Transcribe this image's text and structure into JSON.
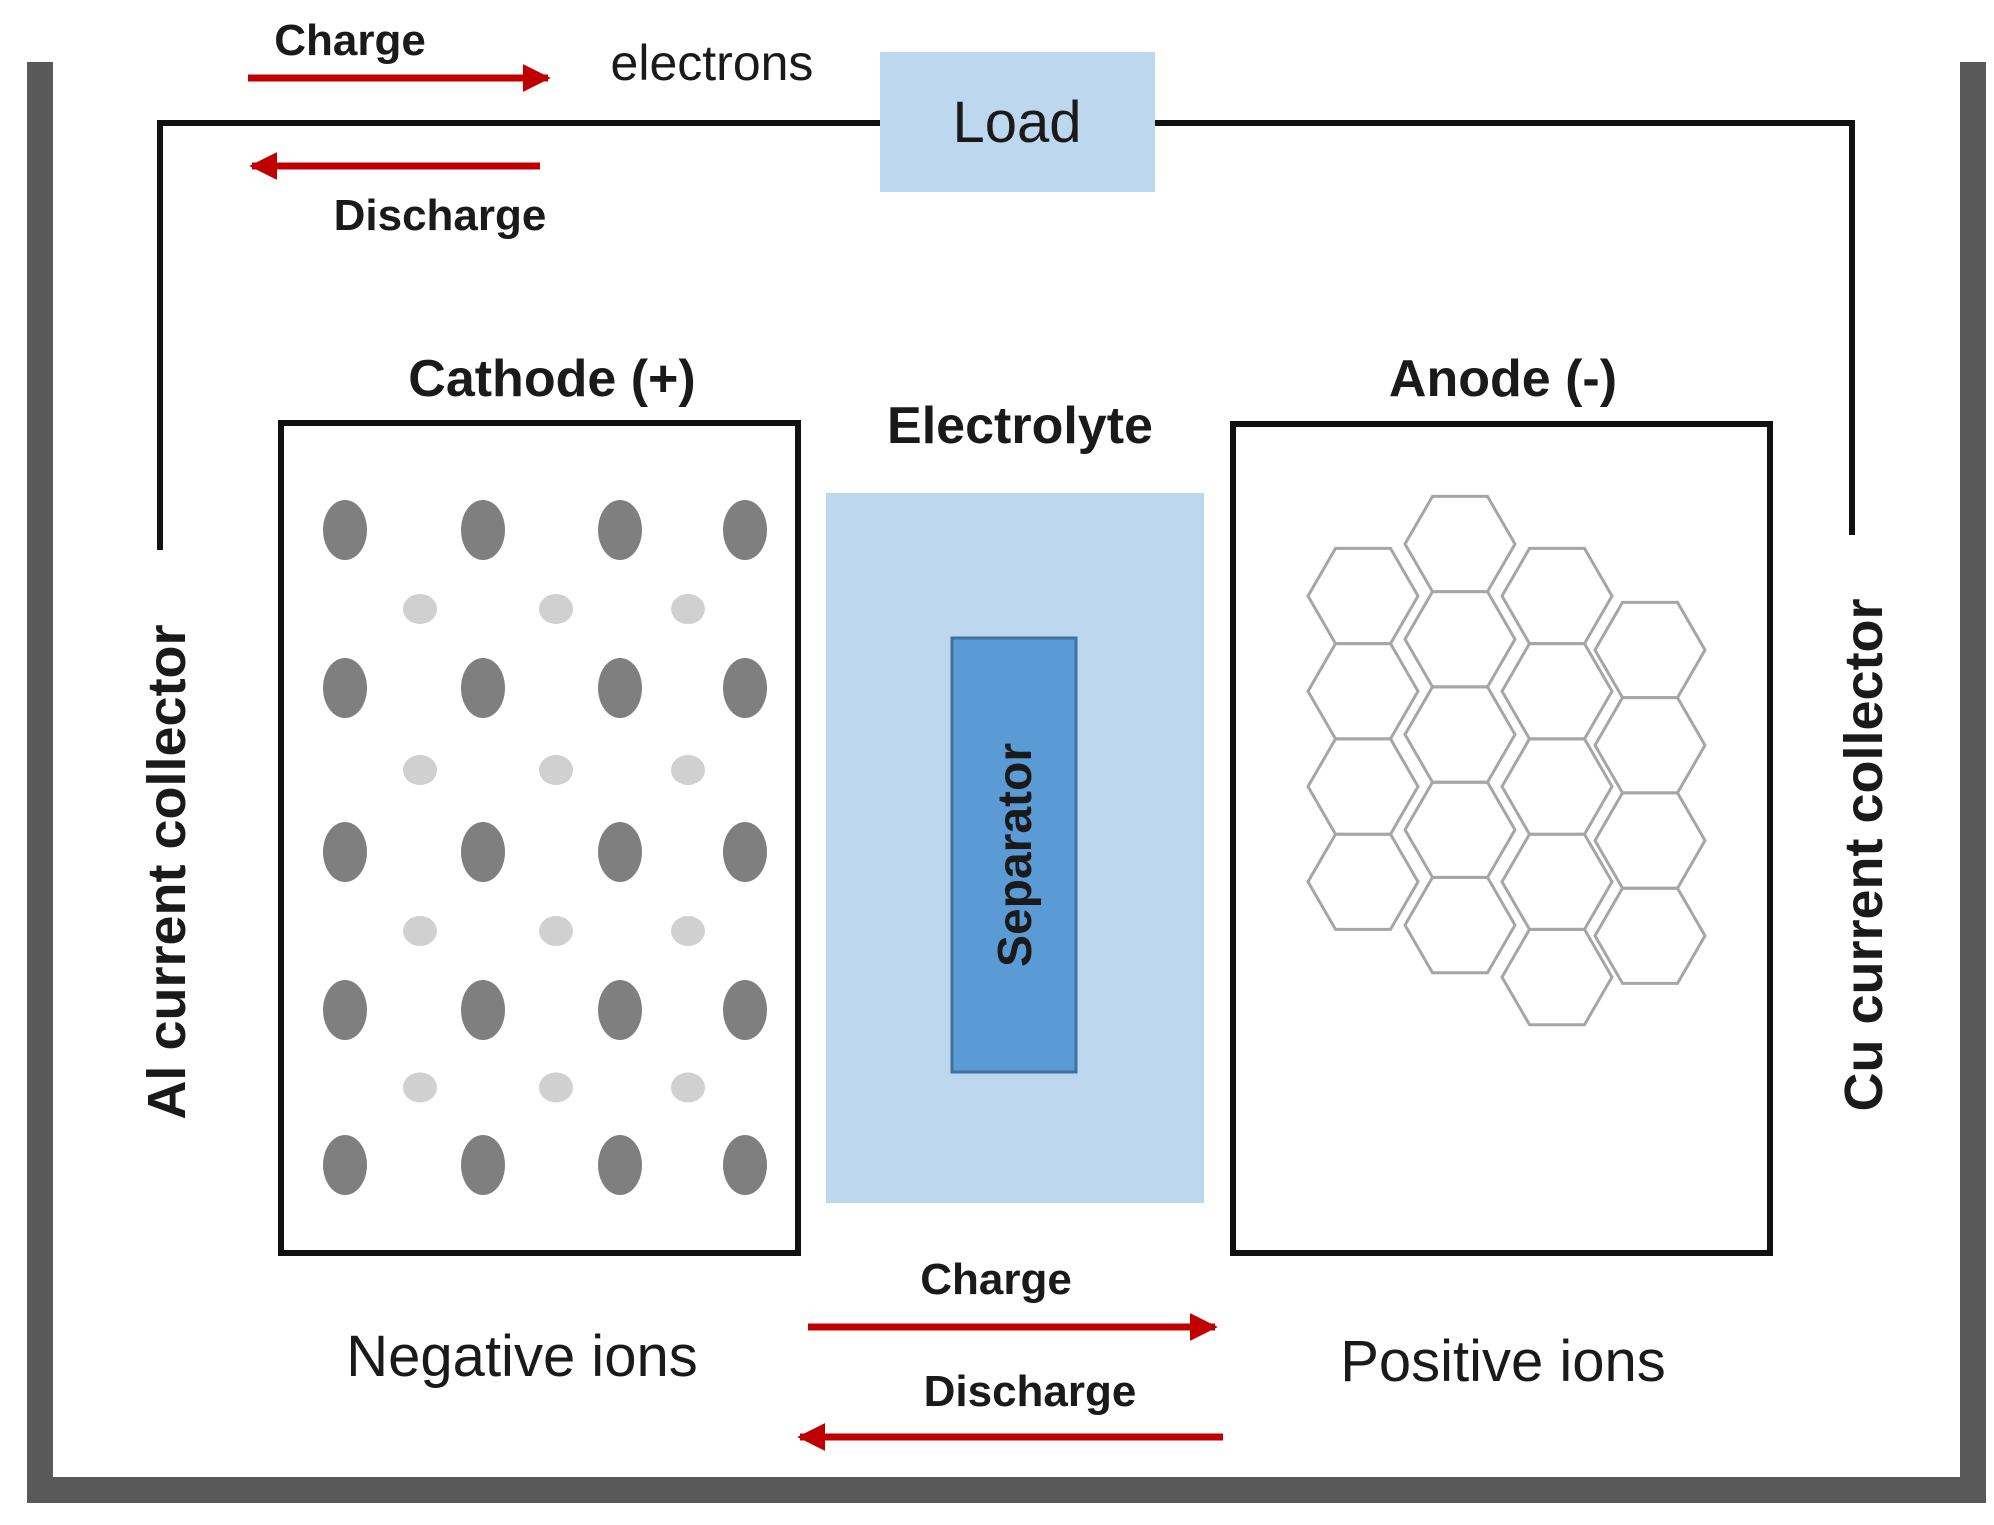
{
  "labels": {
    "charge_top": "Charge",
    "electrons": "electrons",
    "discharge_top": "Discharge",
    "load": "Load",
    "cathode": "Cathode (+)",
    "electrolyte": "Electrolyte",
    "anode": "Anode (-)",
    "separator": "Separator",
    "al_collector": "Al current collector",
    "cu_collector": "Cu current collector",
    "charge_bottom": "Charge",
    "discharge_bottom": "Discharge",
    "negative_ions": "Negative ions",
    "positive_ions": "Positive ions"
  },
  "colors": {
    "arrow": "#c00000",
    "load_fill": "#bdd7ee",
    "electrolyte_fill": "#bdd7ee",
    "separator_fill": "#5b9bd5",
    "container": "#595959",
    "large_ion": "#7f7f7f",
    "small_ion": "#d0d0d0",
    "hexagon_stroke": "#a6a6a6"
  },
  "cathode_lattice": {
    "large_rows": 5,
    "large_cols": 4,
    "small_rows": 4,
    "small_cols": 3
  },
  "anode_lattice": {
    "columns": [
      4,
      5,
      5,
      4
    ],
    "shape": "hexagon"
  }
}
